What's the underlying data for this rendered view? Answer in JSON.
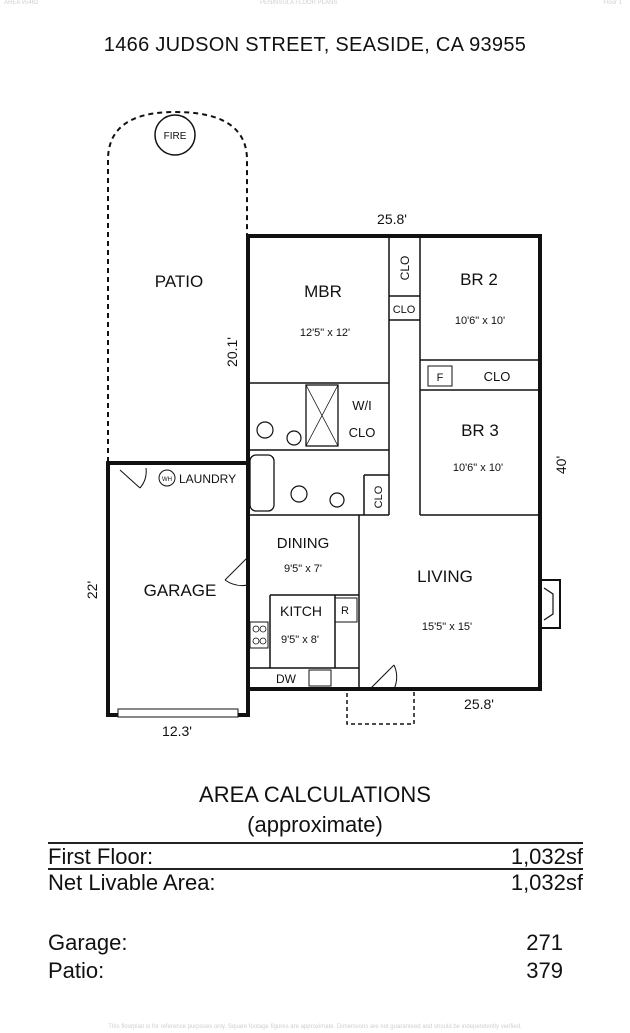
{
  "header": {
    "address": "1466 JUDSON STREET, SEASIDE, CA  93955",
    "top_left_tiny": "AREA #5462",
    "top_center_tiny": "PENINSULA FLOOR PLANS",
    "top_right_tiny": "Floor 1"
  },
  "plan": {
    "fire": "FIRE",
    "patio": "PATIO",
    "patio_dim": "20.1'",
    "mbr": "MBR",
    "mbr_size": "12'5\" x 12'",
    "clo_vertical": "CLO",
    "clo_small": "CLO",
    "br2": "BR 2",
    "br2_size": "10'6\" x 10'",
    "f_label": "F",
    "clo_br": "CLO",
    "wi": "W/I",
    "wi_clo": "CLO",
    "br3": "BR 3",
    "br3_size": "10'6\" x 10'",
    "bath_clo": "CLO",
    "laundry": "LAUNDRY",
    "wh": "WH",
    "garage": "GARAGE",
    "garage_side_dim": "22'",
    "garage_bottom_dim": "12.3'",
    "dining": "DINING",
    "dining_size": "9'5\" x 7'",
    "living": "LIVING",
    "living_size": "15'5\" x 15'",
    "kitch": "KITCH",
    "kitch_size": "9'5\" x 8'",
    "fridge": "R",
    "dw": "DW",
    "top_dim": "25.8'",
    "bottom_dim": "25.8'",
    "right_dim": "40'"
  },
  "area": {
    "title": "AREA CALCULATIONS",
    "subtitle": "(approximate)",
    "rows": [
      {
        "label": "First  Floor:",
        "value": "1,032sf"
      },
      {
        "label": "Net Livable Area:",
        "value": "1,032sf"
      },
      {
        "label": "Garage:",
        "value": "271"
      },
      {
        "label": "Patio:",
        "value": "379"
      }
    ]
  },
  "footer": {
    "disclaimer": "This floorplan is for reference purposes only. Square footage figures are approximate. Dimensions are not guaranteed and should be independently verified."
  }
}
